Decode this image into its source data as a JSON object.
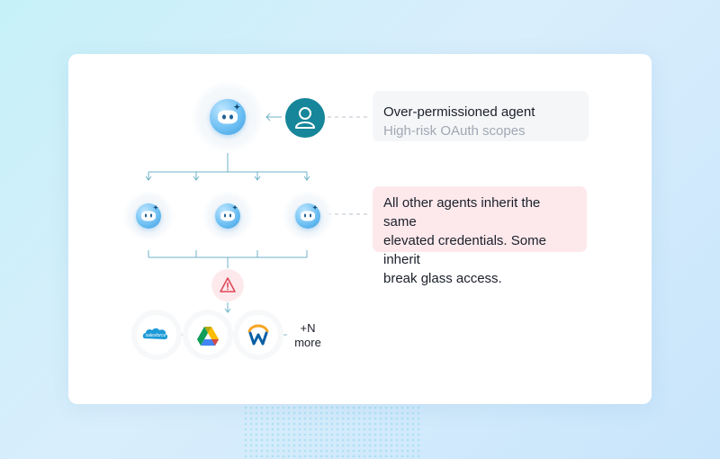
{
  "diagram": {
    "top_agent": {
      "icon": "robot-icon"
    },
    "user": {
      "icon": "user-icon",
      "color": "#17869a"
    },
    "callout_primary": {
      "title": "Over-permissioned agent",
      "subtitle": "High-risk OAuth scopes"
    },
    "callout_secondary": {
      "lines": [
        "All other agents inherit the same",
        "elevated credentials. Some inherit",
        "break glass access."
      ],
      "background": "#fde9ec"
    },
    "child_agents": [
      {
        "icon": "robot-icon"
      },
      {
        "icon": "robot-icon"
      },
      {
        "icon": "robot-icon"
      }
    ],
    "warning": {
      "icon": "warning-triangle-icon",
      "color": "#e0485a"
    },
    "apps": [
      {
        "name": "salesforce",
        "icon": "salesforce-logo"
      },
      {
        "name": "google-drive",
        "icon": "google-drive-logo"
      },
      {
        "name": "workday",
        "icon": "workday-logo"
      }
    ],
    "more": {
      "line1": "+N",
      "line2": "more"
    },
    "accent_color": "#4aa7c4"
  }
}
